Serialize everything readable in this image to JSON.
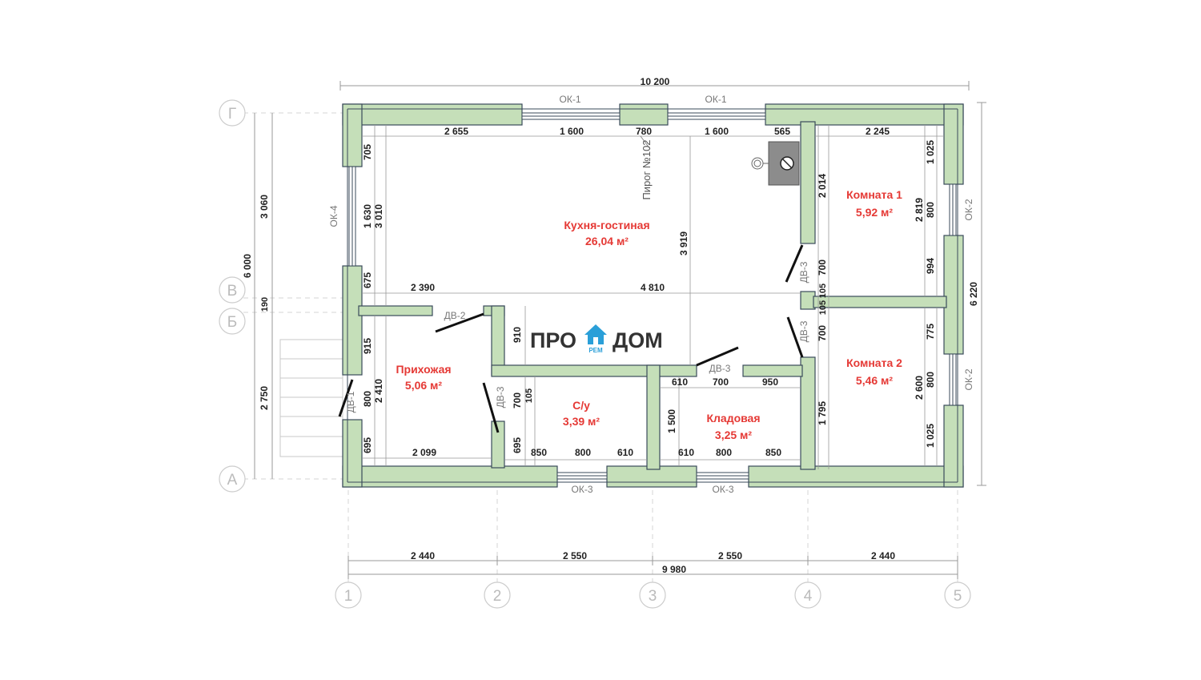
{
  "overall": {
    "top_width": "10 200",
    "bottom_width": "9 980",
    "right_height": "6 220",
    "left_height": "6 000"
  },
  "left_dims": {
    "upper": "3 060",
    "middle": "190",
    "lower": "2 750"
  },
  "axes": {
    "rows": [
      "Г",
      "В",
      "Б",
      "А"
    ],
    "columns": [
      "1",
      "2",
      "3",
      "4",
      "5"
    ]
  },
  "bottom_segments": [
    "2 440",
    "2 550",
    "2 550",
    "2 440"
  ],
  "windows": {
    "ok1": "ОК-1",
    "ok2": "ОК-2",
    "ok3": "ОК-3",
    "ok4": "ОК-4"
  },
  "doors": {
    "dv1": "ДВ-1",
    "dv2": "ДВ-2",
    "dv3": "ДВ-3"
  },
  "pirog": "Пирог №102",
  "rooms": {
    "kitchen": {
      "name": "Кухня-гостиная",
      "area": "26,04 м²"
    },
    "room1": {
      "name": "Комната 1",
      "area": "5,92 м²"
    },
    "room2": {
      "name": "Комната 2",
      "area": "5,46 м²"
    },
    "hall": {
      "name": "Прихожая",
      "area": "5,06 м²"
    },
    "wc": {
      "name": "С/у",
      "area": "3,39 м²"
    },
    "storage": {
      "name": "Кладовая",
      "area": "3,25 м²"
    }
  },
  "dims": {
    "top_chain": [
      "2 655",
      "1 600",
      "780",
      "1 600",
      "565",
      "2 245"
    ],
    "k_left": [
      "705",
      "1 630",
      "3 010",
      "675"
    ],
    "k_mid": [
      "2 390",
      "4 810",
      "3 919"
    ],
    "wall_r": [
      "2 014",
      "700",
      "105",
      "105",
      "700"
    ],
    "room1": [
      "1 025",
      "2 819",
      "800",
      "994"
    ],
    "room2": [
      "775",
      "800",
      "2 600",
      "1 025",
      "1 795"
    ],
    "hall": [
      "915",
      "800",
      "2 410",
      "695",
      "2 099"
    ],
    "wc": [
      "910",
      "700",
      "105",
      "695",
      "850",
      "800",
      "610"
    ],
    "storage": [
      "610",
      "700",
      "950",
      "1 500",
      "610",
      "800",
      "850"
    ]
  },
  "logo": {
    "left": "ПРО",
    "right": "ДОМ",
    "sub": "РЕМ"
  },
  "colors": {
    "wall": "#c5dfb9",
    "wall_edge": "#3a4a5a",
    "room_text": "#e53935",
    "axis": "#bbbbbb"
  }
}
